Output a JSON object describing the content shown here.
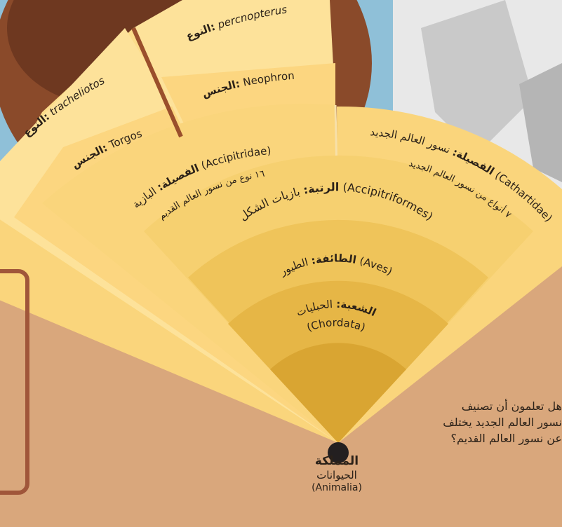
{
  "colors": {
    "background": "#d9a77c",
    "sky": "#8fc0d8",
    "feathers": "#8a4a2a",
    "panel_border": "#a0563a",
    "ring_kingdom": "#d9a532",
    "ring_phylum": "#e6b646",
    "ring_class": "#efc45a",
    "ring_order": "#f6d070",
    "ring_family": "#fad57c",
    "ring_genus": "#fcdc8a",
    "ring_species": "#fde29a",
    "text": "#2b2118"
  },
  "taxonomy": {
    "kingdom": {
      "label": "المملكة",
      "name": "الحيوانات",
      "latin": "(Animalia)"
    },
    "phylum": {
      "label": "الشعبة:",
      "name": "الحبليات",
      "latin": "(Chordata)"
    },
    "class": {
      "label": "الطائفة:",
      "name": "الطيور (Aves)"
    },
    "order": {
      "label": "الرتبة:",
      "name": "بازيات الشكل (Accipitriformes)"
    },
    "family_old": {
      "label": "الفصيلة:",
      "name": "البازية (Accipitridae)",
      "count": "١٦ نوع من نسور العالم القديم"
    },
    "family_new": {
      "label": "الفصيلة:",
      "name": "نسور العالم الجديد (Cathartidae)",
      "count": "٧ أنواع من نسور العالم الجديد"
    },
    "genus_torgos": {
      "label": "الجنس:",
      "name": "Torgos"
    },
    "genus_neophron": {
      "label": "الجنس:",
      "name": "Neophron"
    },
    "species_torgos": {
      "label": "النوع:",
      "name": "tracheliotos"
    },
    "species_neophron": {
      "label": "النوع:",
      "name": "percnopterus"
    }
  },
  "question": {
    "line1": "هل تعلمون أن تصنيف",
    "line2": "نسور العالم الجديد يختلف",
    "line3": "عن نسور العالم القديم؟"
  }
}
